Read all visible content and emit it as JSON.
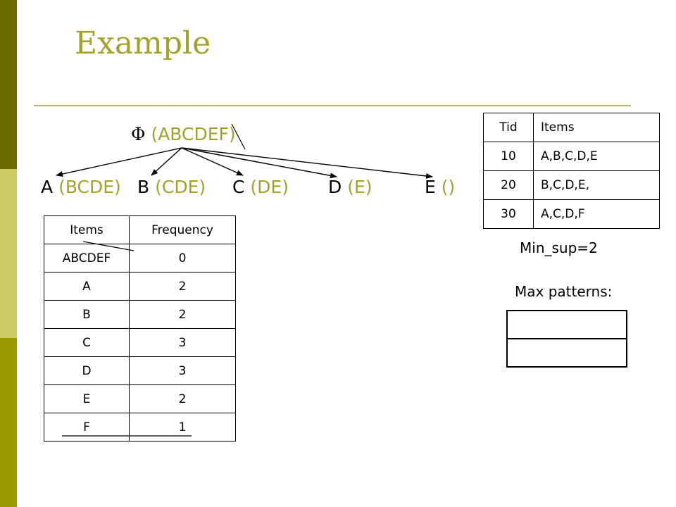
{
  "slide": {
    "title": "Example",
    "theme_colors": {
      "sidebar_dark": "#6b6b00",
      "sidebar_light": "#cccc66",
      "sidebar_mid": "#999900",
      "accent": "#a3a32b"
    }
  },
  "tree": {
    "root": {
      "symbol": "Φ",
      "label": "(ABCDEF)"
    },
    "children": [
      {
        "item": "A",
        "label": "(BCDE)"
      },
      {
        "item": "B",
        "label": "(CDE)"
      },
      {
        "item": "C",
        "label": "(DE)"
      },
      {
        "item": "D",
        "label": "(E)"
      },
      {
        "item": "E",
        "label": "()"
      }
    ]
  },
  "transactions": {
    "headers": [
      "Tid",
      "Items"
    ],
    "rows": [
      {
        "tid": "10",
        "items": "A,B,C,D,E"
      },
      {
        "tid": "20",
        "items": "B,C,D,E,"
      },
      {
        "tid": "30",
        "items": "A,C,D,F"
      }
    ]
  },
  "frequency": {
    "headers": [
      "Items",
      "Frequency"
    ],
    "rows": [
      {
        "item": "ABCDEF",
        "freq": "0"
      },
      {
        "item": "A",
        "freq": "2"
      },
      {
        "item": "B",
        "freq": "2"
      },
      {
        "item": "C",
        "freq": "3"
      },
      {
        "item": "D",
        "freq": "3"
      },
      {
        "item": "E",
        "freq": "2"
      },
      {
        "item": "F",
        "freq": "1"
      }
    ]
  },
  "min_sup": "Min_sup=2",
  "max_patterns": {
    "label": "Max patterns:",
    "rows": [
      "",
      ""
    ]
  }
}
